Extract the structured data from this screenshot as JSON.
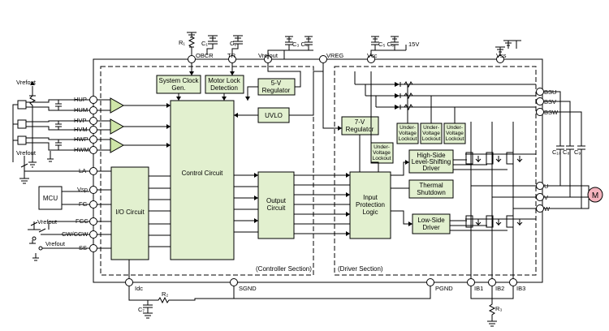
{
  "colors": {
    "block_fill": "#e2f0cf",
    "amp_fill": "#cfe6a8",
    "motor_fill": "#f4b3bd",
    "line": "#000000"
  },
  "top_pins": {
    "obcr": "OBCR",
    "tr": "TR",
    "vrefout": "Vrefout",
    "vreg": "VREG",
    "vcc": "Vcc",
    "vss": "Vss"
  },
  "top_parts": {
    "r1": "R₁",
    "c1": "C₁",
    "c2": "C₂",
    "c3c4": "C₃ C₄",
    "c5c6": "C₅ C₆",
    "v15": "15V"
  },
  "left_pins": {
    "hup": "HUP",
    "hum": "HUM",
    "hvp": "HVP",
    "hvm": "HVM",
    "hwp": "HWP",
    "hwm": "HWM",
    "la": "LA",
    "vsp": "Vsp",
    "fg": "FG",
    "fgc": "FGC",
    "cwccw": "CW/CCW",
    "ss": "SS"
  },
  "left_labels": {
    "vrefout_1": "Vrefout",
    "vrefout_2": "Vrefout",
    "vrefout_3": "Vrefout",
    "vrefout_4": "Vrefout",
    "mcu": "MCU"
  },
  "blocks": {
    "system_clock": [
      "System Clock",
      "Gen."
    ],
    "motor_lock": [
      "Motor Lock",
      "Detection"
    ],
    "reg5v": [
      "5-V",
      "Regulator"
    ],
    "uvlo": "UVLO",
    "reg7v": [
      "7-V",
      "Regulator"
    ],
    "control": "Control Circuit",
    "io": "I/O Circuit",
    "output": [
      "Output",
      "Circuit"
    ],
    "input_protection": [
      "Input",
      "Protection",
      "Logic"
    ],
    "uvl1": [
      "Under-",
      "Voltage",
      "Lockout"
    ],
    "uvl2": [
      "Under-",
      "Voltage",
      "Lockout"
    ],
    "uvl3": [
      "Under-",
      "Voltage",
      "Lockout"
    ],
    "uvl4": [
      "Under-",
      "Voltage",
      "Lockout"
    ],
    "high_side": [
      "High-Side",
      "Level-Shifting",
      "Driver"
    ],
    "thermal": [
      "Thermal",
      "Shutdown"
    ],
    "low_side": [
      "Low-Side",
      "Driver"
    ]
  },
  "sections": {
    "controller": "(Controller Section)",
    "driver": "(Driver Section)"
  },
  "right_pins": {
    "bsu": "BSU",
    "bsv": "BSV",
    "bsw": "BSW",
    "u": "U",
    "v": "V",
    "w": "W"
  },
  "right_parts": {
    "c10": "C₁₀",
    "c8": "C₈",
    "c9": "C₉",
    "motor": "M"
  },
  "bottom_pins": {
    "idc": "Idc",
    "sgnd": "SGND",
    "pgnd": "PGND",
    "ib1": "IB1",
    "ib2": "IB2",
    "ib3": "IB3"
  },
  "bottom_parts": {
    "r2": "R₂",
    "c7": "C₇",
    "r3": "R₃"
  }
}
